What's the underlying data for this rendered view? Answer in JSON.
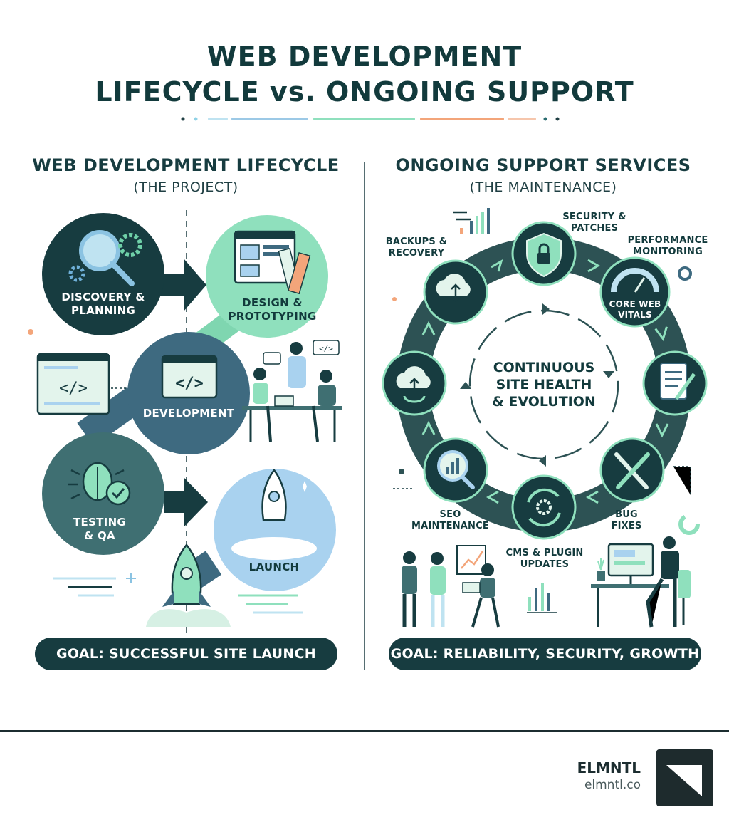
{
  "title": {
    "line1": "WEB DEVELOPMENT",
    "line2": "LIFECYCLE vs. ONGOING SUPPORT"
  },
  "lifecycle": {
    "heading": "WEB DEVELOPMENT LIFECYCLE",
    "subheading": "(THE PROJECT)",
    "stages": [
      {
        "line1": "DISCOVERY &",
        "line2": "PLANNING",
        "icon": "magnifier-gears-icon"
      },
      {
        "line1": "DESIGN &",
        "line2": "PROTOTYPING",
        "icon": "wireframe-swatch-icon"
      },
      {
        "line1": "DEVELOPMENT",
        "line2": "",
        "icon": "code-window-icon"
      },
      {
        "line1": "TESTING",
        "line2": "& QA",
        "icon": "bug-check-icon"
      },
      {
        "line1": "LAUNCH",
        "line2": "",
        "icon": "rocket-icon"
      }
    ],
    "goal": "GOAL: SUCCESSFUL SITE LAUNCH"
  },
  "support": {
    "heading": "ONGOING SUPPORT SERVICES",
    "subheading": "(THE MAINTENANCE)",
    "center": {
      "line1": "CONTINUOUS",
      "line2": "SITE HEALTH",
      "line3": "& EVOLUTION"
    },
    "items": [
      {
        "line1": "SECURITY &",
        "line2": "PATCHES",
        "icon": "shield-lock-icon"
      },
      {
        "line1": "PERFORMANCE",
        "line2": "MONITORING",
        "icon": "gauge-icon"
      },
      {
        "line1": "CORE WEB",
        "line2": "VITALS",
        "icon": "gauge-icon"
      },
      {
        "line1": "BUG",
        "line2": "FIXES",
        "icon": "tools-icon"
      },
      {
        "line1": "CMS & PLUGIN",
        "line2": "UPDATES",
        "icon": "refresh-gear-icon"
      },
      {
        "line1": "SEO",
        "line2": "MAINTENANCE",
        "icon": "chart-magnifier-icon"
      },
      {
        "line1": "BACKUPS &",
        "line2": "RECOVERY",
        "icon": "cloud-sync-icon"
      }
    ],
    "goal": "GOAL: RELIABILITY, SECURITY, GROWTH"
  },
  "brand": {
    "name": "ELMNTL",
    "url": "elmntl.co"
  },
  "colors": {
    "dark_teal": "#173c40",
    "mid_teal": "#3f6f72",
    "slate_blue": "#3e6a80",
    "mint": "#8fe0bd",
    "light_blue": "#a9d2ef",
    "accent_orange": "#f3a57a"
  }
}
